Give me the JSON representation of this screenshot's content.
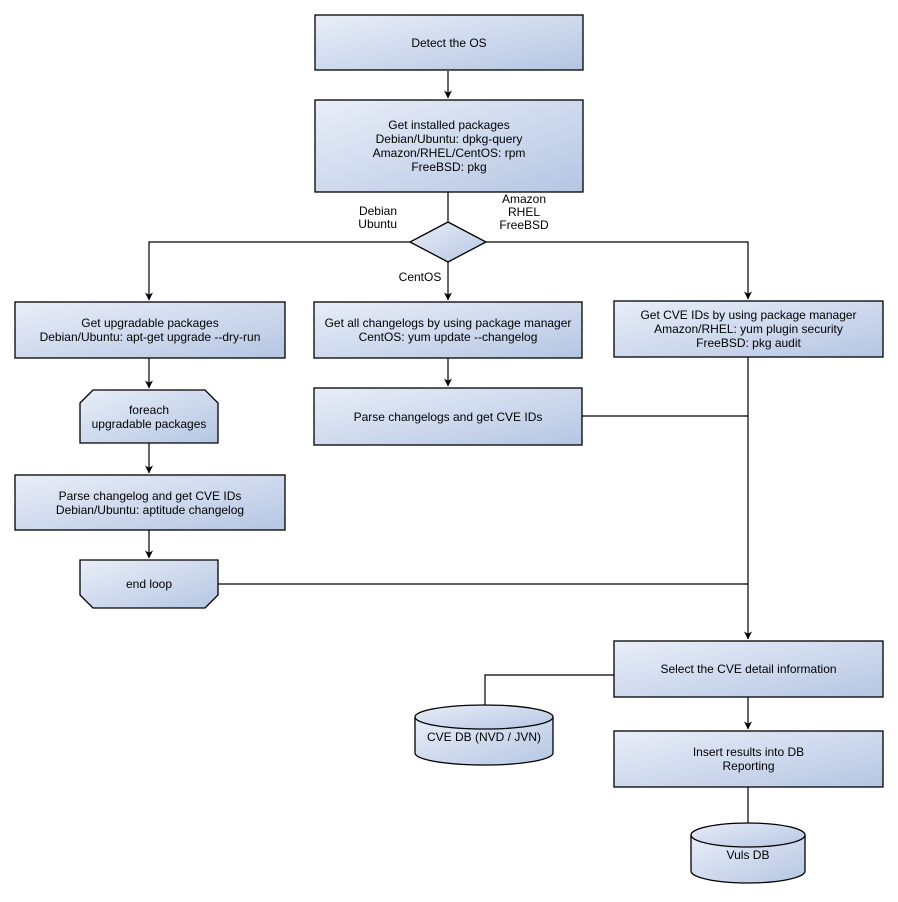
{
  "nodes": {
    "detect_os": {
      "label": "Detect the OS"
    },
    "get_installed": {
      "lines": [
        "Get installed packages",
        "Debian/Ubuntu: dpkg-query",
        "Amazon/RHEL/CentOS: rpm",
        "FreeBSD: pkg"
      ]
    },
    "get_upgradable": {
      "lines": [
        "Get upgradable packages",
        "Debian/Ubuntu: apt-get upgrade --dry-run"
      ]
    },
    "foreach_loop": {
      "lines": [
        "foreach",
        "upgradable  packages"
      ]
    },
    "parse_changelog": {
      "lines": [
        "Parse changelog and get  CVE IDs",
        "Debian/Ubuntu: aptitude changelog"
      ]
    },
    "end_loop": {
      "label": "end loop"
    },
    "get_all_changelogs": {
      "lines": [
        "Get all changelogs by using package manager",
        "CentOS: yum update --changelog"
      ]
    },
    "parse_changelogs": {
      "label": "Parse changelogs and get CVE IDs"
    },
    "get_cve_ids": {
      "lines": [
        "Get CVE IDs by using package manager",
        "Amazon/RHEL: yum plugin security",
        "FreeBSD: pkg audit"
      ]
    },
    "select_cve": {
      "label": "Select the CVE detail information"
    },
    "insert_results": {
      "lines": [
        "Insert results into DB",
        "Reporting"
      ]
    },
    "cve_db": {
      "label": "CVE DB (NVD / JVN)"
    },
    "vuls_db": {
      "label": "Vuls DB"
    }
  },
  "edge_labels": {
    "debian_ubuntu": [
      "Debian",
      "Ubuntu"
    ],
    "amazon_rhel_freebsd": [
      "Amazon",
      "RHEL",
      "FreeBSD"
    ],
    "centos": "CentOS"
  },
  "colors": {
    "node_fill_light": "#e9eef8",
    "node_fill_dark": "#b5c6e3",
    "border": "#000000",
    "connector": "#000000",
    "background": "#ffffff"
  }
}
